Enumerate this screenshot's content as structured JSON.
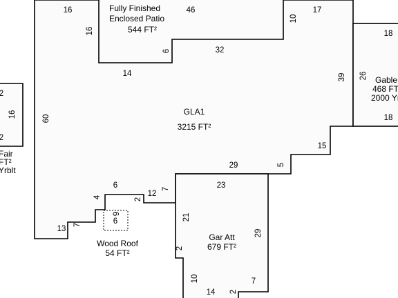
{
  "areas": {
    "gla": {
      "name": "GLA1",
      "size": "3215 FT²"
    },
    "patio": {
      "name_line1": "Fully Finished",
      "name_line2": "Enclosed Patio",
      "size": "544 FT²"
    },
    "gable": {
      "name": "Gable",
      "size": "468 FT",
      "year": "2000 Yr"
    },
    "garage": {
      "name": "Gar Att",
      "size": "679 FT²"
    },
    "wood_roof": {
      "name": "Wood Roof",
      "size": "54 FT²"
    },
    "left_partial": {
      "line1": "Fair",
      "line2": "FT²",
      "line3": "Yrblt"
    }
  },
  "dimensions": {
    "d16_top": "16",
    "d16_side": "16",
    "d46": "46",
    "d10_top": "10",
    "d17": "17",
    "d6_patio": "6",
    "d32": "32",
    "d14_mid": "14",
    "d39": "39",
    "d60": "60",
    "d15": "15",
    "d29_mid": "29",
    "d5": "5",
    "d6_notch": "6",
    "d12": "12",
    "d7_step": "7",
    "d4": "4",
    "d2_notch": "2",
    "d9_wr": "9",
    "d6_wr": "6",
    "d13": "13",
    "d7_left": "7",
    "d23": "23",
    "d21": "21",
    "d29_gar": "29",
    "d2_gar": "2",
    "d10_gar": "10",
    "d14_gar": "14",
    "d2_bottom": "2",
    "d7_bottom": "7",
    "g18_top": "18",
    "g26": "26",
    "g18_bot": "18",
    "l2_top": "2",
    "l16": "16",
    "l2_bot": "2"
  }
}
